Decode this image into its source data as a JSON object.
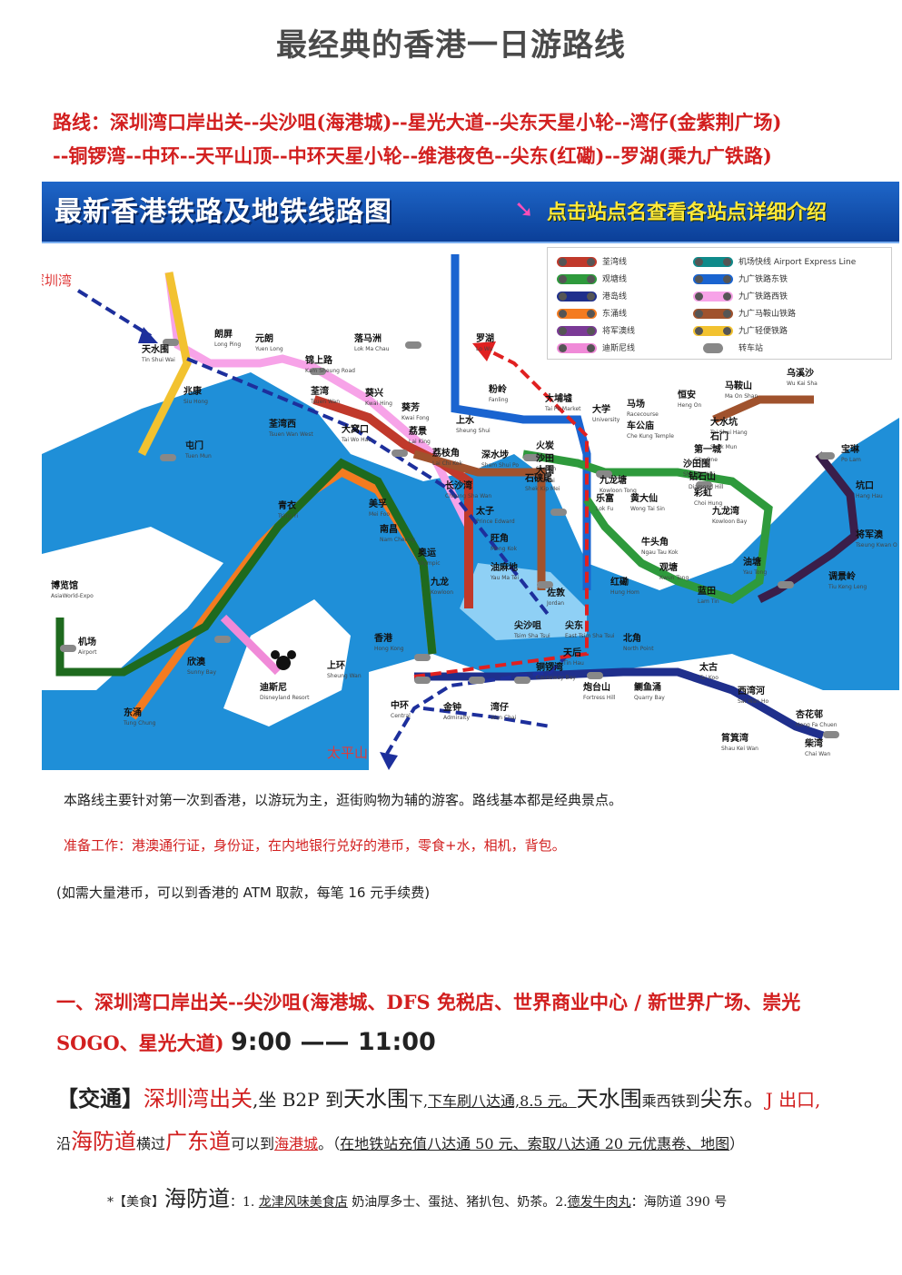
{
  "title": "最经典的香港一日游路线",
  "route_line1": "路线：深圳湾口岸出关--尖沙咀(海港城)--星光大道--尖东天星小轮--湾仔(金紫荆广场)",
  "route_line2": "--铜锣湾--中环--天平山顶--中环天星小轮--维港夜色--尖东(红磡)--罗湖(乘九广铁路)",
  "map": {
    "banner_main": "最新香港铁路及地铁线路图",
    "banner_sub": "点击站点名查看各站点详细介绍",
    "legend": [
      {
        "label": "荃湾线",
        "color": "#c0392b"
      },
      {
        "label": "观塘线",
        "color": "#2e9a3c"
      },
      {
        "label": "港岛线",
        "color": "#1f2f8c"
      },
      {
        "label": "东涌线",
        "color": "#f47b20"
      },
      {
        "label": "将军澳线",
        "color": "#7b3a96"
      },
      {
        "label": "迪斯尼线",
        "color": "#f08ad8"
      },
      {
        "label": "机场快线 Airport Express Line",
        "color": "#0f8a8a"
      },
      {
        "label": "九广铁路东铁",
        "color": "#1a64d0"
      },
      {
        "label": "九广铁路西铁",
        "color": "#f7a3e8"
      },
      {
        "label": "九广马鞍山铁路",
        "color": "#a0522d"
      },
      {
        "label": "九广轻便铁路",
        "color": "#f2c230"
      },
      {
        "label": "转车站",
        "color": "#888888"
      }
    ],
    "labels": {
      "shenzhenwan": "深圳湾",
      "taipingshan": "太平山"
    },
    "stations": [
      {
        "name": "天水围",
        "en": "Tin Shui Wai"
      },
      {
        "name": "朗屏",
        "en": "Long Ping"
      },
      {
        "name": "元朗",
        "en": "Yuen Long"
      },
      {
        "name": "兆康",
        "en": "Siu Hong"
      },
      {
        "name": "屯门",
        "en": "Tuen Mun"
      },
      {
        "name": "锦上路",
        "en": "Kam Sheung Road"
      },
      {
        "name": "落马洲",
        "en": "Lok Ma Chau"
      },
      {
        "name": "罗湖",
        "en": "Lo Wu"
      },
      {
        "name": "上水",
        "en": "Sheung Shui"
      },
      {
        "name": "粉岭",
        "en": "Fanling"
      },
      {
        "name": "大埔墟",
        "en": "Tai Po Market"
      },
      {
        "name": "大学",
        "en": "University"
      },
      {
        "name": "马场",
        "en": "Racecourse"
      },
      {
        "name": "火炭",
        "en": "Fo Tan"
      },
      {
        "name": "沙田",
        "en": "Sha Tin"
      },
      {
        "name": "大围",
        "en": "Tai Wai"
      },
      {
        "name": "车公庙",
        "en": "Che Kung Temple"
      },
      {
        "name": "恒安",
        "en": "Heng On"
      },
      {
        "name": "马鞍山",
        "en": "Ma On Shan"
      },
      {
        "name": "乌溪沙",
        "en": "Wu Kai Sha"
      },
      {
        "name": "大水坑",
        "en": "Tai Shui Hang"
      },
      {
        "name": "石门",
        "en": "Shek Mun"
      },
      {
        "name": "第一城",
        "en": "City One"
      },
      {
        "name": "沙田围",
        "en": "Sha Tin Wai"
      },
      {
        "name": "荃湾",
        "en": "Tsuen Wan"
      },
      {
        "name": "葵兴",
        "en": "Kwai Hing"
      },
      {
        "name": "葵芳",
        "en": "Kwai Fong"
      },
      {
        "name": "荃湾西",
        "en": "Tsuen Wan West"
      },
      {
        "name": "大窝口",
        "en": "Tai Wo Hau"
      },
      {
        "name": "荔景",
        "en": "Lai King"
      },
      {
        "name": "荔枝角",
        "en": "Lai Chi Kok"
      },
      {
        "name": "深水埗",
        "en": "Sham Shui Po"
      },
      {
        "name": "长沙湾",
        "en": "Cheung Sha Wan"
      },
      {
        "name": "石硖尾",
        "en": "Shek Kip Mei"
      },
      {
        "name": "九龙塘",
        "en": "Kowloon Tong"
      },
      {
        "name": "钻石山",
        "en": "Diamond Hill"
      },
      {
        "name": "彩虹",
        "en": "Choi Hung"
      },
      {
        "name": "乐富",
        "en": "Lok Fu"
      },
      {
        "name": "黄大仙",
        "en": "Wong Tai Sin"
      },
      {
        "name": "九龙湾",
        "en": "Kowloon Bay"
      },
      {
        "name": "宝琳",
        "en": "Po Lam"
      },
      {
        "name": "坑口",
        "en": "Hang Hau"
      },
      {
        "name": "将军澳",
        "en": "Tseung Kwan O"
      },
      {
        "name": "调景岭",
        "en": "Tiu Keng Leng"
      },
      {
        "name": "青衣",
        "en": "Tsing Yi"
      },
      {
        "name": "美孚",
        "en": "Mei Foo"
      },
      {
        "name": "南昌",
        "en": "Nam Cheong"
      },
      {
        "name": "太子",
        "en": "Prince Edward"
      },
      {
        "name": "旺角",
        "en": "Mong Kok"
      },
      {
        "name": "牛头角",
        "en": "Ngau Tau Kok"
      },
      {
        "name": "观塘",
        "en": "Kwun Tong"
      },
      {
        "name": "油塘",
        "en": "Yau Tong"
      },
      {
        "name": "蓝田",
        "en": "Lam Tin"
      },
      {
        "name": "奥运",
        "en": "Olympic"
      },
      {
        "name": "九龙",
        "en": "Kowloon"
      },
      {
        "name": "油麻地",
        "en": "Yau Ma Tei"
      },
      {
        "name": "佐敦",
        "en": "Jordan"
      },
      {
        "name": "红磡",
        "en": "Hung Hom"
      },
      {
        "name": "尖沙咀",
        "en": "Tsim Sha Tsui"
      },
      {
        "name": "尖东",
        "en": "East Tsim Sha Tsui"
      },
      {
        "name": "博览馆",
        "en": "AsiaWorld-Expo"
      },
      {
        "name": "机场",
        "en": "Airport"
      },
      {
        "name": "欣澳",
        "en": "Sunny Bay"
      },
      {
        "name": "迪斯尼",
        "en": "Disneyland Resort"
      },
      {
        "name": "东涌",
        "en": "Tung Chung"
      },
      {
        "name": "香港",
        "en": "Hong Kong"
      },
      {
        "name": "上环",
        "en": "Sheung Wan"
      },
      {
        "name": "中环",
        "en": "Central"
      },
      {
        "name": "金钟",
        "en": "Admiralty"
      },
      {
        "name": "湾仔",
        "en": "Wan Chai"
      },
      {
        "name": "铜锣湾",
        "en": "Causeway Bay"
      },
      {
        "name": "天后",
        "en": "Tin Hau"
      },
      {
        "name": "北角",
        "en": "North Point"
      },
      {
        "name": "炮台山",
        "en": "Fortress Hill"
      },
      {
        "name": "鲗鱼涌",
        "en": "Quarry Bay"
      },
      {
        "name": "太古",
        "en": "Tai Koo"
      },
      {
        "name": "西湾河",
        "en": "Sai Wan Ho"
      },
      {
        "name": "筲箕湾",
        "en": "Shau Kei Wan"
      },
      {
        "name": "杏花邨",
        "en": "Heng Fa Chuen"
      },
      {
        "name": "柴湾",
        "en": "Chai Wan"
      }
    ]
  },
  "intro": "本路线主要针对第一次到香港，以游玩为主，逛街购物为辅的游客。路线基本都是经典景点。",
  "prep": "准备工作：港澳通行证，身份证，在内地银行兑好的港币，零食+水，相机，背包。",
  "atm_note": "(如需大量港币，可以到香港的 ATM 取款，每笔 16 元手续费)",
  "section1": {
    "head": "一、深圳湾口岸出关--尖沙咀(海港城、DFS 免税店、世界商业中心 / 新世界广场、崇光 SOGO、星光大道)",
    "time": "9:00 —— 11:00"
  },
  "traffic": {
    "label": "【交通】",
    "p1": "深圳湾出关",
    "p2": ",坐 B2P 到",
    "p3": "天水围",
    "p4": "下,",
    "p5": "下车刷八达通,8.5 元。",
    "p6": "天水围",
    "p7": "乘西铁到",
    "p8": "尖东。",
    "p9": "J 出口,",
    "p10": "沿",
    "p11": "海防道",
    "p12": "横过",
    "p13": "广东道",
    "p14": "可以到",
    "p15": "海港城",
    "p16": "。（",
    "p17": "在地铁站充值八达通 50 元、索取八达通 20 元优惠卷、地图",
    "p18": "）"
  },
  "food": {
    "star": "*【美食】",
    "street": "海防道",
    "t1": "：1. ",
    "shop1": "龙津风味美食店",
    "t2": " 奶油厚多士、蛋挞、猪扒包、奶茶。2.",
    "shop2": "德发牛肉丸",
    "t3": "：海防道 390 号"
  }
}
